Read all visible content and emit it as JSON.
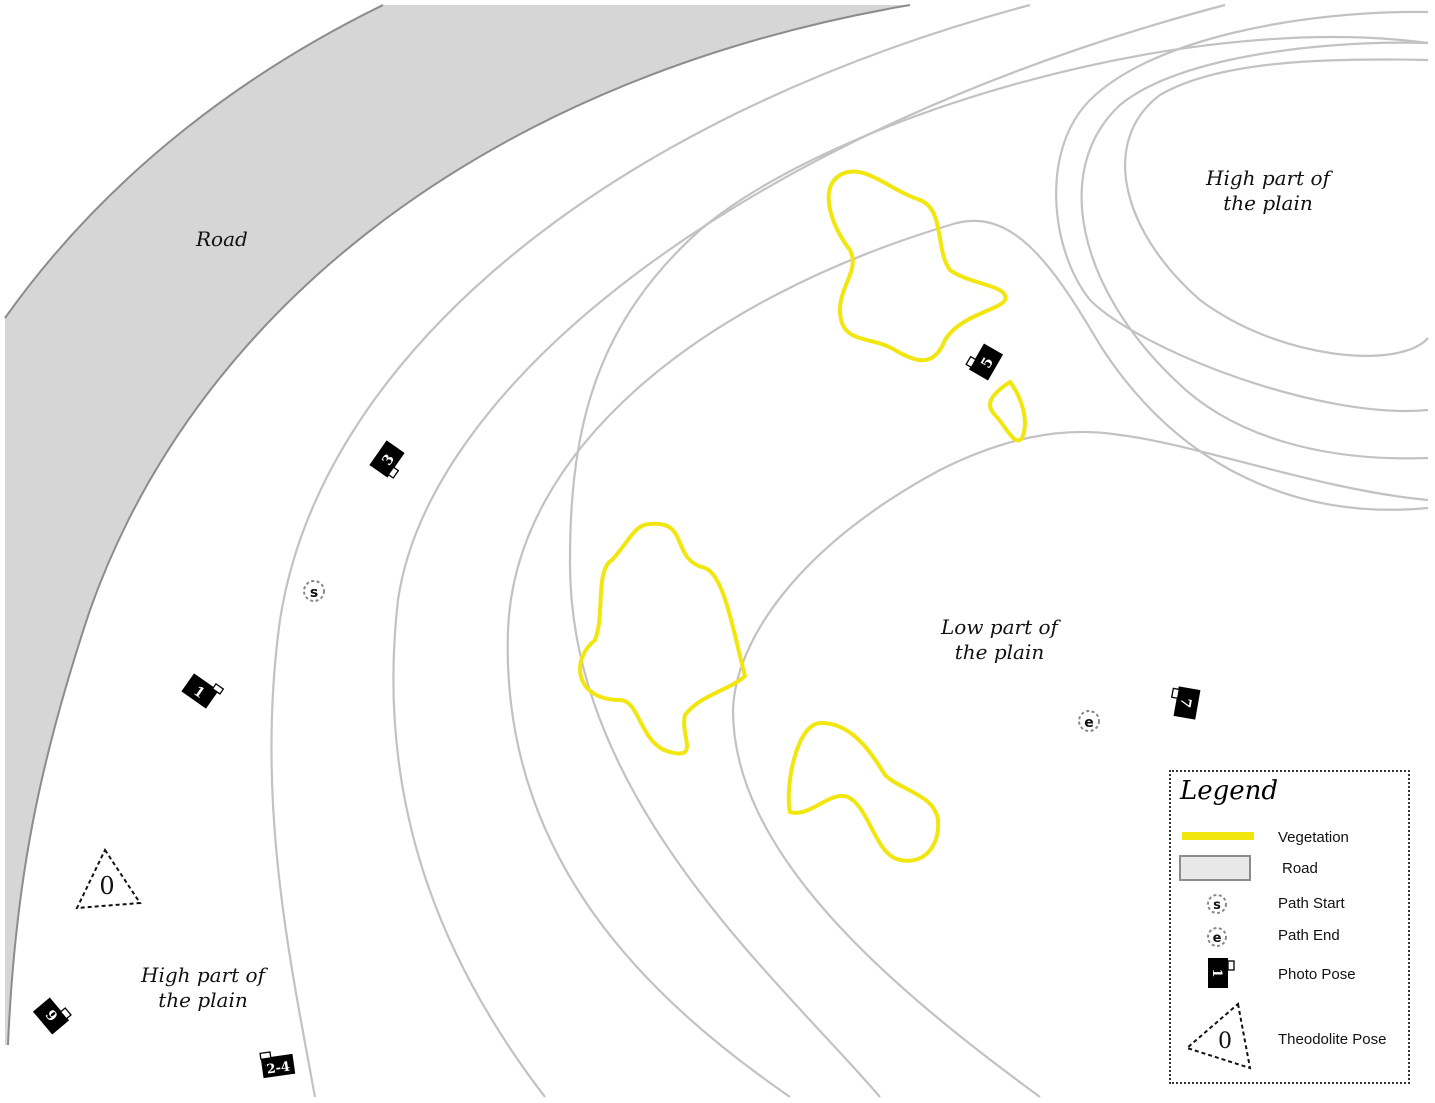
{
  "labels": {
    "road": "Road",
    "high_top_right": [
      "High part of",
      "the plain"
    ],
    "low_center": [
      "Low part of",
      "the plain"
    ],
    "high_bottom_left": [
      "High part of",
      "the plain"
    ]
  },
  "markers": {
    "path_start": "s",
    "path_end": "e",
    "theodolite": "0",
    "photo_poses": [
      "1",
      "2-4",
      "3",
      "5",
      "6",
      "7"
    ]
  },
  "legend": {
    "title": "Legend",
    "items": [
      {
        "label": "Vegetation",
        "icon": "vegetation-line"
      },
      {
        "label": "Road",
        "icon": "road-swatch"
      },
      {
        "label": "Path Start",
        "icon": "path-start-marker",
        "symbol": "s"
      },
      {
        "label": "Path End",
        "icon": "path-end-marker",
        "symbol": "e"
      },
      {
        "label": "Photo Pose",
        "icon": "camera-icon",
        "symbol": "1"
      },
      {
        "label": "Theodolite Pose",
        "icon": "theodolite-triangle",
        "symbol": "0"
      }
    ]
  },
  "colors": {
    "road_fill": "#d6d6d6",
    "road_edge": "#8c8c8c",
    "contour": "#c2c2c2",
    "vegetation": "#f1e60e",
    "marker": "#000000"
  }
}
